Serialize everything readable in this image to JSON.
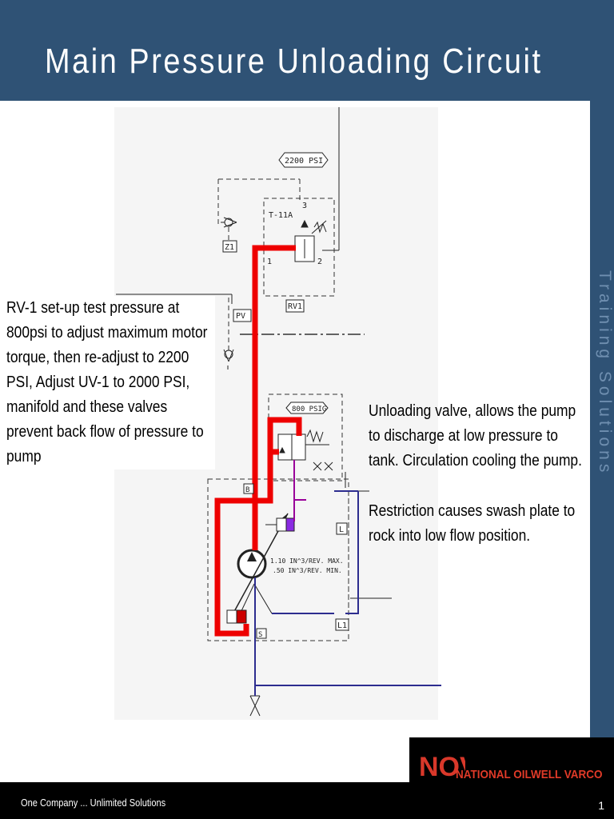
{
  "header": {
    "title": "Main Pressure Unloading Circuit"
  },
  "sidebar": {
    "vertical_text": "Training Solutions"
  },
  "diagram": {
    "labels": {
      "relief_pressure": "2200 PSI",
      "relief_valve_tag": "T-11A",
      "port_3": "3",
      "port_1": "1",
      "port_2": "2",
      "z1": "Z1",
      "rv1": "RV1",
      "pv": "PV",
      "unloading_pressure": "800 PSIG",
      "port_b": "B",
      "port_l": "L",
      "port_l1": "L1",
      "port_s": "S",
      "displacement_max": "1.10 IN^3/REV. MAX.",
      "displacement_min": ".50 IN^3/REV. MIN."
    },
    "colors": {
      "pressure_line": "#ee0000",
      "pilot_line": "#990099",
      "drain_line": "#2d2d8f",
      "schematic_line": "#222222"
    }
  },
  "callouts": {
    "left": "RV-1 set-up test pressure at 800psi to adjust maximum motor torque, then re-adjust to 2200 PSI, Adjust UV-1 to 2000 PSI, manifold and these valves prevent back flow of pressure to pump",
    "right_1": "Unloading valve, allows the pump to discharge at low pressure to tank. Circulation cooling the pump.",
    "right_2": "Restriction causes swash plate to rock into low flow position."
  },
  "footer": {
    "tagline": "One Company ... Unlimited Solutions",
    "page_number": "1",
    "logo_text": "NATIONAL OILWELL VARCO",
    "logo_mark": "NOV"
  }
}
